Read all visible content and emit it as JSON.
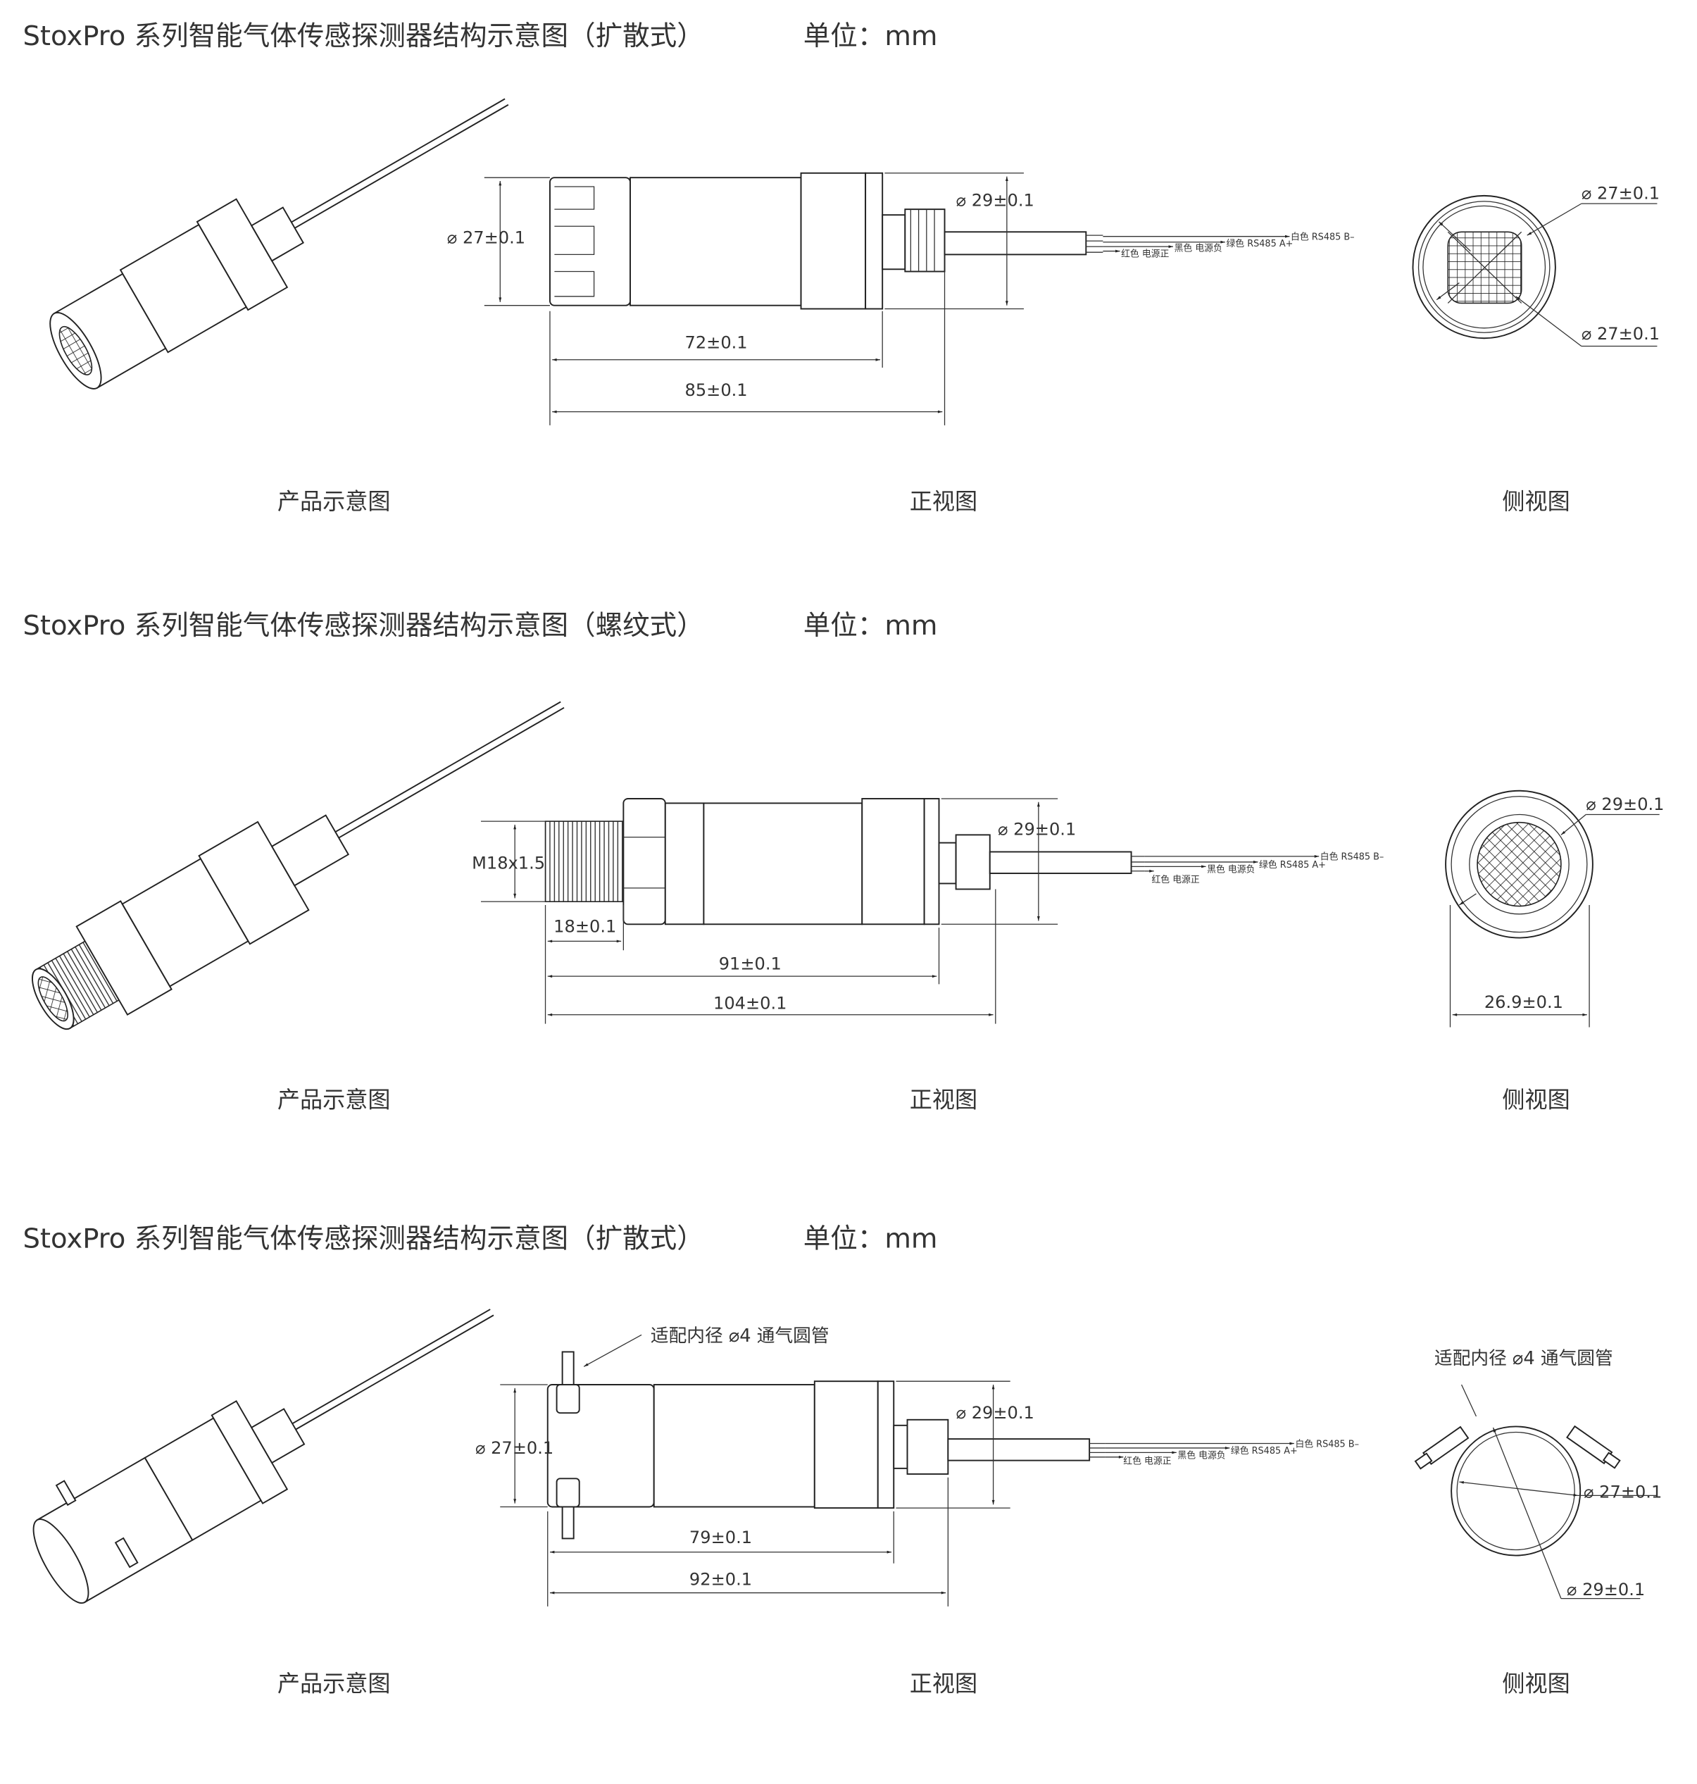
{
  "sections": [
    {
      "title": "StoxPro 系列智能气体传感探测器结构示意图（扩散式）",
      "unit": "单位：mm",
      "front": {
        "dia_left": "⌀ 27±0.1",
        "dia_right": "⌀ 29±0.1",
        "len_inner": "72±0.1",
        "len_total": "85±0.1"
      },
      "side": {
        "dia_top": "⌀ 27±0.1",
        "dia_bottom": "⌀ 27±0.1"
      },
      "wires": [
        "白色 RS485 B–",
        "绿色 RS485 A+",
        "黑色 电源负",
        "红色 电源正"
      ],
      "captions": [
        "产品示意图",
        "正视图",
        "侧视图"
      ]
    },
    {
      "title": "StoxPro 系列智能气体传感探测器结构示意图（螺纹式）",
      "unit": "单位：mm",
      "front": {
        "thread": "M18x1.5",
        "thread_len": "18±0.1",
        "dia_right": "⌀ 29±0.1",
        "len_inner": "91±0.1",
        "len_total": "104±0.1"
      },
      "side": {
        "dia_top": "⌀ 29±0.1",
        "width": "26.9±0.1"
      },
      "wires": [
        "白色 RS485 B–",
        "绿色 RS485 A+",
        "黑色 电源负",
        "红色 电源正"
      ],
      "captions": [
        "产品示意图",
        "正视图",
        "侧视图"
      ]
    },
    {
      "title": "StoxPro 系列智能气体传感探测器结构示意图（扩散式）",
      "unit": "单位：mm",
      "front": {
        "tube_note": "适配内径 ⌀4 通气圆管",
        "dia_left": "⌀ 27±0.1",
        "dia_right": "⌀ 29±0.1",
        "len_inner": "79±0.1",
        "len_total": "92±0.1"
      },
      "side": {
        "tube_note": "适配内径 ⌀4 通气圆管",
        "dia_mid": "⌀ 27±0.1",
        "dia_bottom": "⌀ 29±0.1"
      },
      "wires": [
        "白色 RS485 B–",
        "绿色 RS485 A+",
        "黑色 电源负",
        "红色 电源正"
      ],
      "captions": [
        "产品示意图",
        "正视图",
        "侧视图"
      ]
    }
  ]
}
